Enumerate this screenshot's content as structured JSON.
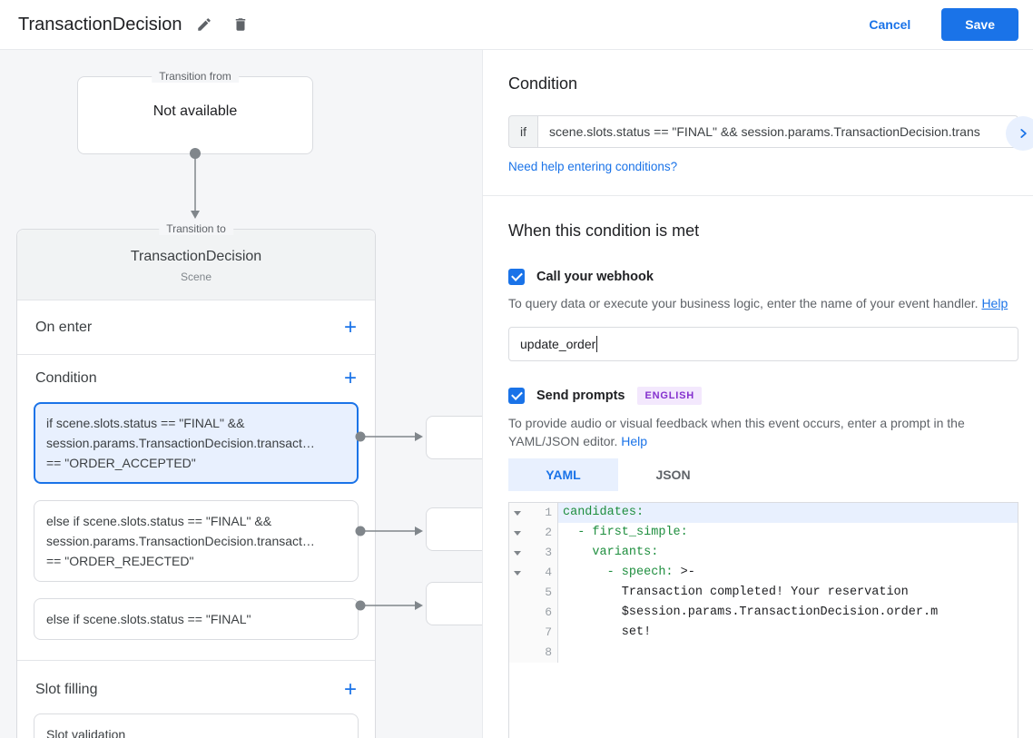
{
  "header": {
    "title": "TransactionDecision",
    "cancel_label": "Cancel",
    "save_label": "Save"
  },
  "icons": {
    "plus": "+"
  },
  "canvas": {
    "transition_from": {
      "label": "Transition from",
      "content": "Not available"
    },
    "transition_to": {
      "label": "Transition to",
      "title": "TransactionDecision",
      "subtitle": "Scene"
    },
    "on_enter": {
      "label": "On enter"
    },
    "condition": {
      "label": "Condition",
      "cards": [
        {
          "lines": [
            "if scene.slots.status == \"FINAL\" &&",
            "session.params.TransactionDecision.transact…",
            "== \"ORDER_ACCEPTED\""
          ],
          "selected": true
        },
        {
          "lines": [
            "else if scene.slots.status == \"FINAL\" &&",
            "session.params.TransactionDecision.transact…",
            "== \"ORDER_REJECTED\""
          ],
          "selected": false
        },
        {
          "lines": [
            "else if scene.slots.status == \"FINAL\""
          ],
          "selected": false
        }
      ]
    },
    "slot_filling": {
      "label": "Slot filling",
      "item": "Slot validation"
    }
  },
  "panel": {
    "title": "Condition",
    "if_label": "if",
    "condition_value": "scene.slots.status == \"FINAL\" && session.params.TransactionDecision.trans",
    "help_link": "Need help entering conditions?",
    "when_met_title": "When this condition is met",
    "webhook": {
      "label": "Call your webhook",
      "checked": true,
      "helper": "To query data or execute your business logic, enter the name of your event handler.",
      "helper_link": "Help",
      "value": "update_order"
    },
    "prompts": {
      "label": "Send prompts",
      "badge": "ENGLISH",
      "checked": true,
      "helper": "To provide audio or visual feedback when this event occurs, enter a prompt in the YAML/JSON editor.",
      "helper_link": "Help"
    },
    "tabs": [
      {
        "label": "YAML",
        "active": true
      },
      {
        "label": "JSON",
        "active": false
      }
    ],
    "editor": {
      "lines": [
        {
          "num": "1",
          "text": "candidates:"
        },
        {
          "num": "2",
          "text": "  - first_simple:"
        },
        {
          "num": "3",
          "text": "    variants:"
        },
        {
          "num": "4",
          "key": "      - speech:",
          "suffix": " >-"
        },
        {
          "num": "5",
          "text": "        Transaction completed! Your reservation"
        },
        {
          "num": "6",
          "text": "        $session.params.TransactionDecision.order.m"
        },
        {
          "num": "7",
          "text": "        set!"
        },
        {
          "num": "8",
          "text": ""
        }
      ]
    }
  },
  "colors": {
    "accent_blue": "#1a73e8",
    "selected_condition_bg": "#e8f0fe",
    "badge_bg": "#f3e8fd",
    "badge_text": "#8430ce",
    "code_key_green": "#1e8e3e",
    "canvas_bg": "#f5f6f8"
  }
}
